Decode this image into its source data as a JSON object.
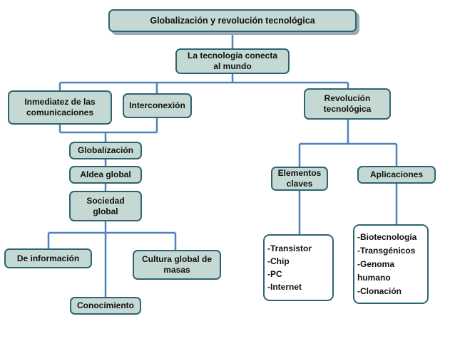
{
  "colors": {
    "line": "#4f81bd",
    "node_fill": "#c5d9d4",
    "node_border": "#2e6471"
  },
  "nodes": {
    "title": "Globalización y revolución tecnológica",
    "tech_connects": "La tecnología conecta\nal mundo",
    "immediacy": "Inmediatez de las\ncomunicaciones",
    "interconnection": "Interconexión",
    "tech_revolution": "Revolución\ntecnológica",
    "globalization": "Globalización",
    "global_village": "Aldea global",
    "global_society": "Sociedad\nglobal",
    "key_elements": "Elementos\nclaves",
    "applications": "Aplicaciones",
    "information": "De información",
    "mass_culture": "Cultura global de\nmasas",
    "knowledge": "Conocimiento",
    "elements_list": "-Transistor\n-Chip\n-PC\n-Internet",
    "applications_list": "-Biotecnología\n-Transgénicos\n-Genoma\nhumano\n-Clonación"
  }
}
